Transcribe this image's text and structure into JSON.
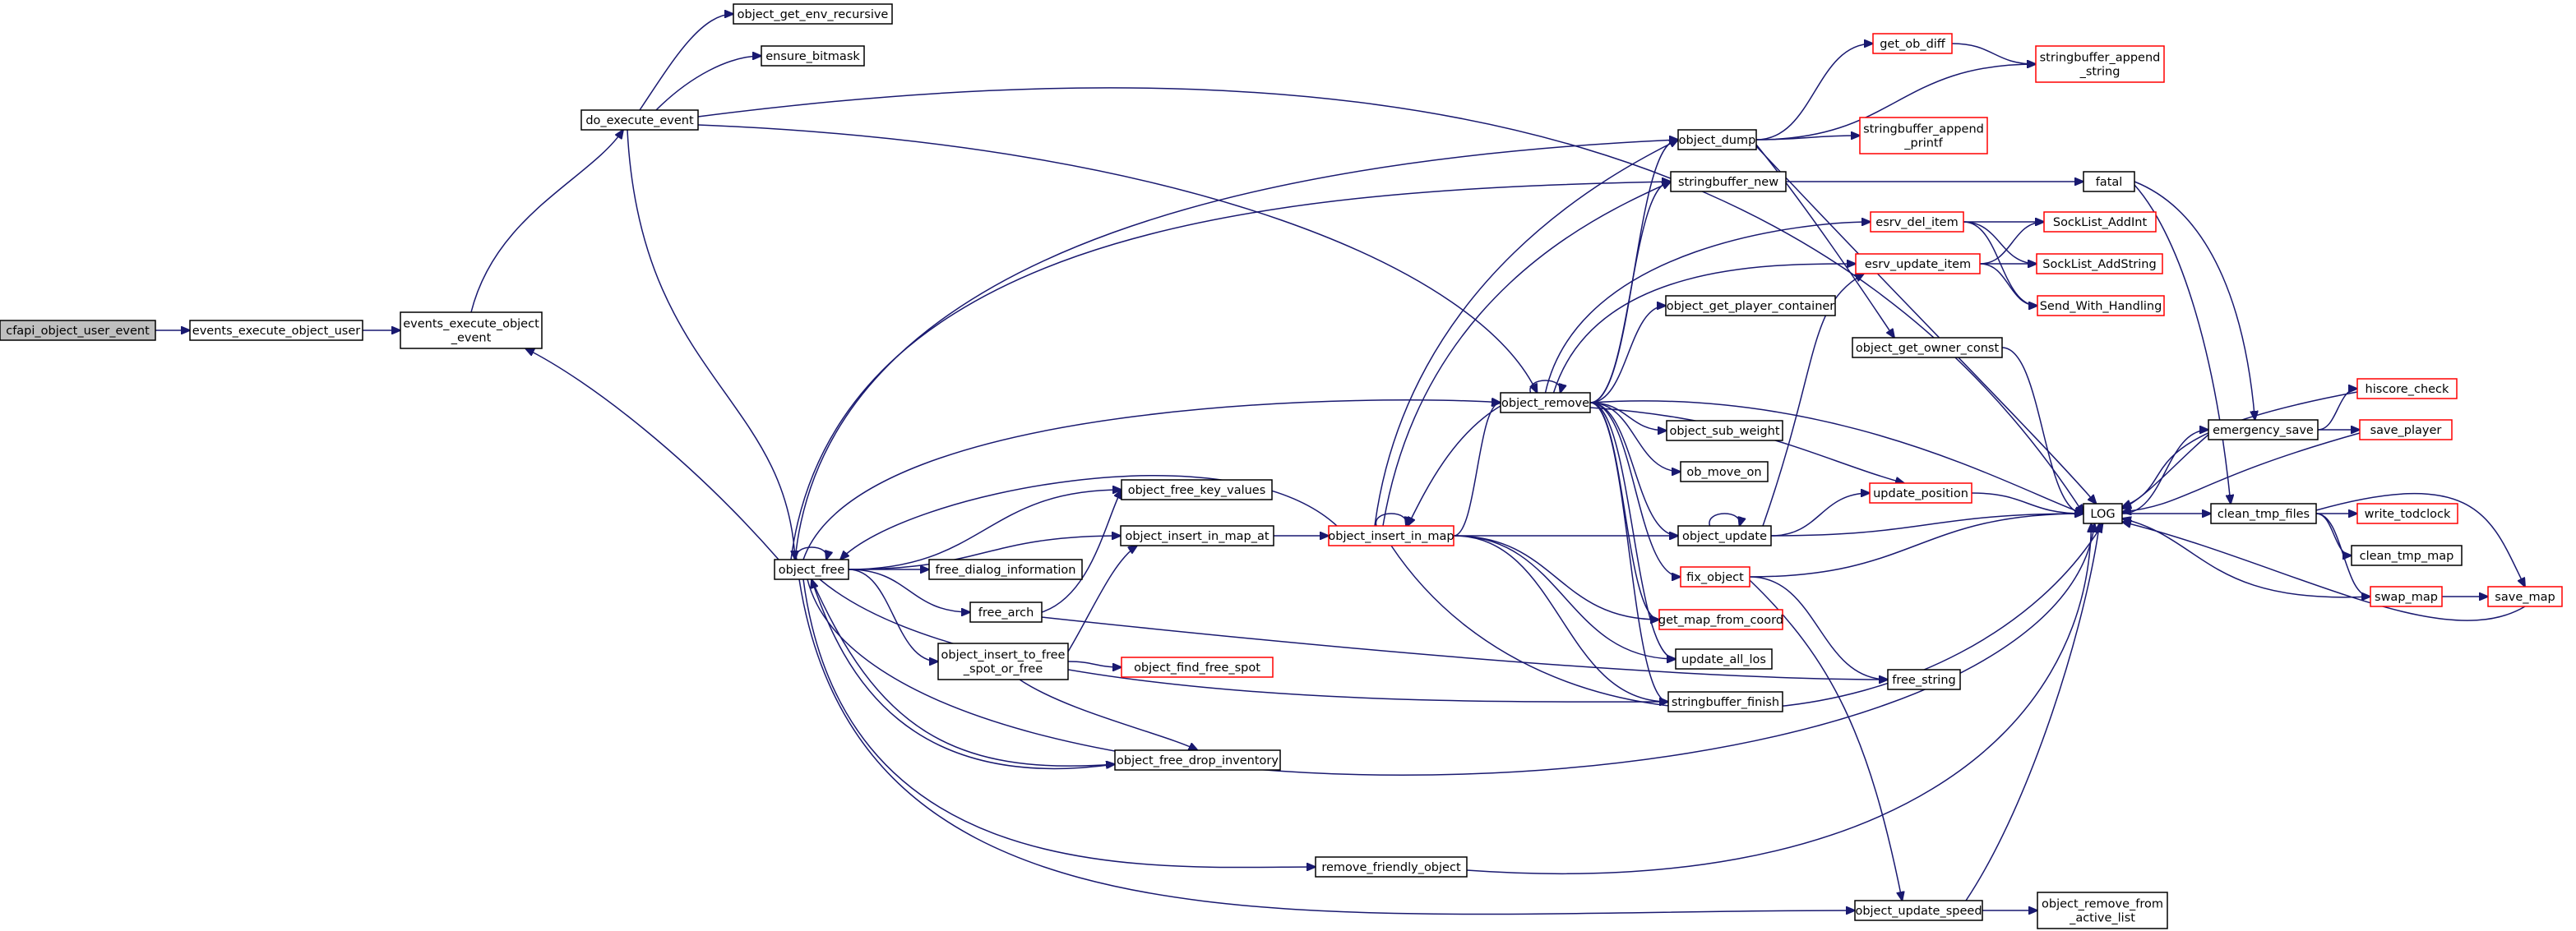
{
  "colors": {
    "edge": "#191970",
    "node_border": "#000000",
    "node_fill": "#ffffff",
    "external_border": "#ff0000",
    "root_fill": "#bfbfbf",
    "background": "#ffffff"
  },
  "graph": {
    "nodes": [
      {
        "id": "cfapi_object_user_event",
        "lines": [
          "cfapi_object_user_event"
        ],
        "style": "root"
      },
      {
        "id": "events_execute_object_user",
        "lines": [
          "events_execute_object_user"
        ],
        "style": "normal"
      },
      {
        "id": "events_execute_object_event",
        "lines": [
          "events_execute_object",
          "_event"
        ],
        "style": "normal"
      },
      {
        "id": "object_get_env_recursive",
        "lines": [
          "object_get_env_recursive"
        ],
        "style": "normal"
      },
      {
        "id": "ensure_bitmask",
        "lines": [
          "ensure_bitmask"
        ],
        "style": "normal"
      },
      {
        "id": "do_execute_event",
        "lines": [
          "do_execute_event"
        ],
        "style": "normal"
      },
      {
        "id": "object_free",
        "lines": [
          "object_free"
        ],
        "style": "normal"
      },
      {
        "id": "object_free_key_values",
        "lines": [
          "object_free_key_values"
        ],
        "style": "normal"
      },
      {
        "id": "object_insert_in_map_at",
        "lines": [
          "object_insert_in_map_at"
        ],
        "style": "normal"
      },
      {
        "id": "free_dialog_information",
        "lines": [
          "free_dialog_information"
        ],
        "style": "normal"
      },
      {
        "id": "free_arch",
        "lines": [
          "free_arch"
        ],
        "style": "normal"
      },
      {
        "id": "object_insert_to_free_spot_or_free",
        "lines": [
          "object_insert_to_free",
          "_spot_or_free"
        ],
        "style": "normal"
      },
      {
        "id": "object_find_free_spot",
        "lines": [
          "object_find_free_spot"
        ],
        "style": "external"
      },
      {
        "id": "object_free_drop_inventory",
        "lines": [
          "object_free_drop_inventory"
        ],
        "style": "normal"
      },
      {
        "id": "remove_friendly_object",
        "lines": [
          "remove_friendly_object"
        ],
        "style": "normal"
      },
      {
        "id": "object_insert_in_map",
        "lines": [
          "object_insert_in_map"
        ],
        "style": "external"
      },
      {
        "id": "object_remove",
        "lines": [
          "object_remove"
        ],
        "style": "normal"
      },
      {
        "id": "object_dump",
        "lines": [
          "object_dump"
        ],
        "style": "normal"
      },
      {
        "id": "stringbuffer_new",
        "lines": [
          "stringbuffer_new"
        ],
        "style": "normal"
      },
      {
        "id": "object_get_player_container",
        "lines": [
          "object_get_player_container"
        ],
        "style": "normal"
      },
      {
        "id": "object_sub_weight",
        "lines": [
          "object_sub_weight"
        ],
        "style": "normal"
      },
      {
        "id": "ob_move_on",
        "lines": [
          "ob_move_on"
        ],
        "style": "normal"
      },
      {
        "id": "object_update",
        "lines": [
          "object_update"
        ],
        "style": "normal"
      },
      {
        "id": "fix_object",
        "lines": [
          "fix_object"
        ],
        "style": "external"
      },
      {
        "id": "get_map_from_coord",
        "lines": [
          "get_map_from_coord"
        ],
        "style": "external"
      },
      {
        "id": "update_all_los",
        "lines": [
          "update_all_los"
        ],
        "style": "normal"
      },
      {
        "id": "stringbuffer_finish",
        "lines": [
          "stringbuffer_finish"
        ],
        "style": "normal"
      },
      {
        "id": "object_update_speed",
        "lines": [
          "object_update_speed"
        ],
        "style": "normal"
      },
      {
        "id": "object_remove_from_active_list",
        "lines": [
          "object_remove_from",
          "_active_list"
        ],
        "style": "normal"
      },
      {
        "id": "get_ob_diff",
        "lines": [
          "get_ob_diff"
        ],
        "style": "external"
      },
      {
        "id": "stringbuffer_append_string",
        "lines": [
          "stringbuffer_append",
          "_string"
        ],
        "style": "external"
      },
      {
        "id": "stringbuffer_append_printf",
        "lines": [
          "stringbuffer_append",
          "_printf"
        ],
        "style": "external"
      },
      {
        "id": "fatal",
        "lines": [
          "fatal"
        ],
        "style": "normal"
      },
      {
        "id": "esrv_del_item",
        "lines": [
          "esrv_del_item"
        ],
        "style": "external"
      },
      {
        "id": "esrv_update_item",
        "lines": [
          "esrv_update_item"
        ],
        "style": "external"
      },
      {
        "id": "object_get_owner_const",
        "lines": [
          "object_get_owner_const"
        ],
        "style": "normal"
      },
      {
        "id": "update_position",
        "lines": [
          "update_position"
        ],
        "style": "external"
      },
      {
        "id": "free_string",
        "lines": [
          "free_string"
        ],
        "style": "normal"
      },
      {
        "id": "LOG",
        "lines": [
          "LOG"
        ],
        "style": "normal"
      },
      {
        "id": "SockList_AddInt",
        "lines": [
          "SockList_AddInt"
        ],
        "style": "external"
      },
      {
        "id": "SockList_AddString",
        "lines": [
          "SockList_AddString"
        ],
        "style": "external"
      },
      {
        "id": "Send_With_Handling",
        "lines": [
          "Send_With_Handling"
        ],
        "style": "external"
      },
      {
        "id": "emergency_save",
        "lines": [
          "emergency_save"
        ],
        "style": "normal"
      },
      {
        "id": "clean_tmp_files",
        "lines": [
          "clean_tmp_files"
        ],
        "style": "normal"
      },
      {
        "id": "hiscore_check",
        "lines": [
          "hiscore_check"
        ],
        "style": "external"
      },
      {
        "id": "save_player",
        "lines": [
          "save_player"
        ],
        "style": "external"
      },
      {
        "id": "write_todclock",
        "lines": [
          "write_todclock"
        ],
        "style": "external"
      },
      {
        "id": "clean_tmp_map",
        "lines": [
          "clean_tmp_map"
        ],
        "style": "normal"
      },
      {
        "id": "swap_map",
        "lines": [
          "swap_map"
        ],
        "style": "external"
      },
      {
        "id": "save_map",
        "lines": [
          "save_map"
        ],
        "style": "external"
      }
    ]
  }
}
